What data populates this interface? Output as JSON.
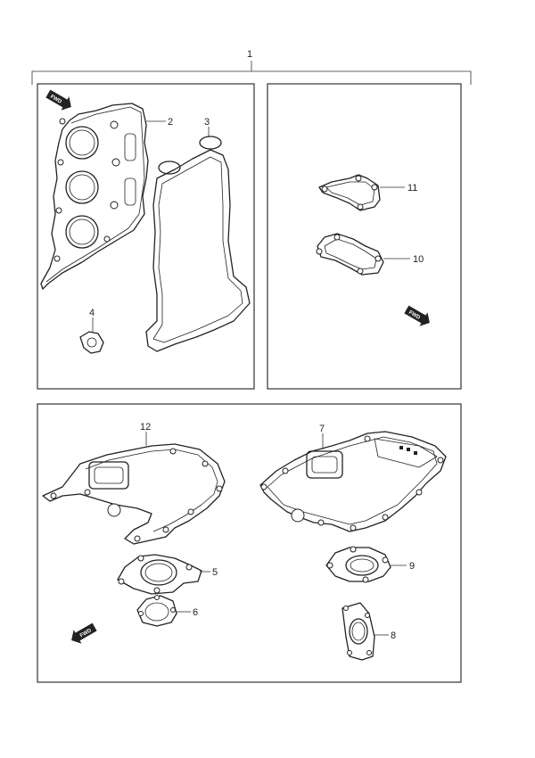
{
  "callouts": {
    "kit": "1",
    "cylinder_head_gasket": "2",
    "cover_gasket": "3",
    "gasket_4": "4",
    "gasket_5": "5",
    "gasket_6": "6",
    "gasket_7": "7",
    "gasket_8": "8",
    "gasket_9": "9",
    "gasket_10": "10",
    "gasket_11": "11",
    "gasket_12": "12"
  },
  "fwd_marker": "FWD"
}
